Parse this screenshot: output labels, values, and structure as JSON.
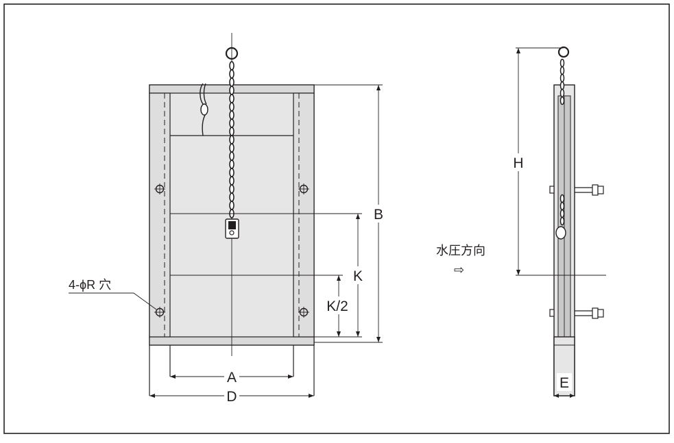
{
  "labels": {
    "A": "A",
    "B": "B",
    "D": "D",
    "E": "E",
    "H": "H",
    "K": "K",
    "K2": "K/2",
    "hole": "4-ϕR 穴",
    "pressure": "水圧方向",
    "arrow": "⇨"
  },
  "colors": {
    "line": "#231f20",
    "fill": "#e6e6e6",
    "fill_dark": "#c9c9c9",
    "border": "#231f20"
  }
}
